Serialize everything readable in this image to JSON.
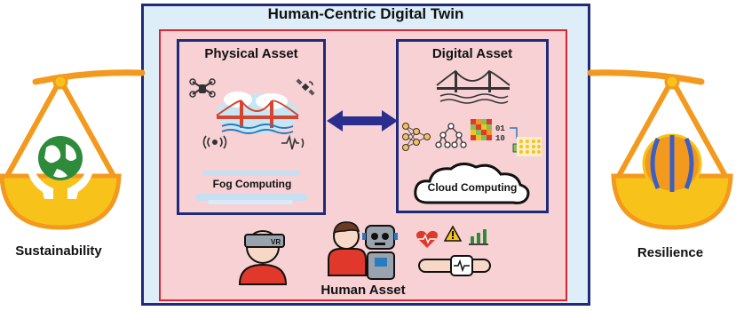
{
  "title": "Human-Centric Digital Twin",
  "physical_asset": {
    "label": "Physical Asset",
    "computing_label": "Fog Computing"
  },
  "digital_asset": {
    "label": "Digital Asset",
    "computing_label": "Cloud Computing"
  },
  "human_asset": {
    "label": "Human Asset",
    "vr_text": "VR"
  },
  "left_scale": {
    "label": "Sustainability"
  },
  "right_scale": {
    "label": "Resilience"
  },
  "colors": {
    "outer_border": "#1f2a7a",
    "outer_fill": "#ddeef8",
    "inner_border": "#d8252f",
    "inner_fill": "#f7d1d4",
    "scale_orange": "#f39a1e",
    "scale_yellow": "#f7c31b",
    "sustainability_green": "#2e8b3a",
    "resilience_blue": "#3b5fc4"
  },
  "icons": [
    "drone-icon",
    "satellite-icon",
    "bridge-icon",
    "wifi-signal-icon",
    "vibration-sensor-icon",
    "double-arrow-icon",
    "neural-network-icon",
    "decision-tree-icon",
    "heatmap-icon",
    "binary-data-icon",
    "cloud-icon",
    "vr-headset-icon",
    "robot-icon",
    "heart-rate-icon",
    "warning-icon",
    "bar-chart-icon",
    "smartwatch-icon",
    "earth-icon",
    "hands-icon",
    "basketball-icon",
    "scale-icon"
  ]
}
